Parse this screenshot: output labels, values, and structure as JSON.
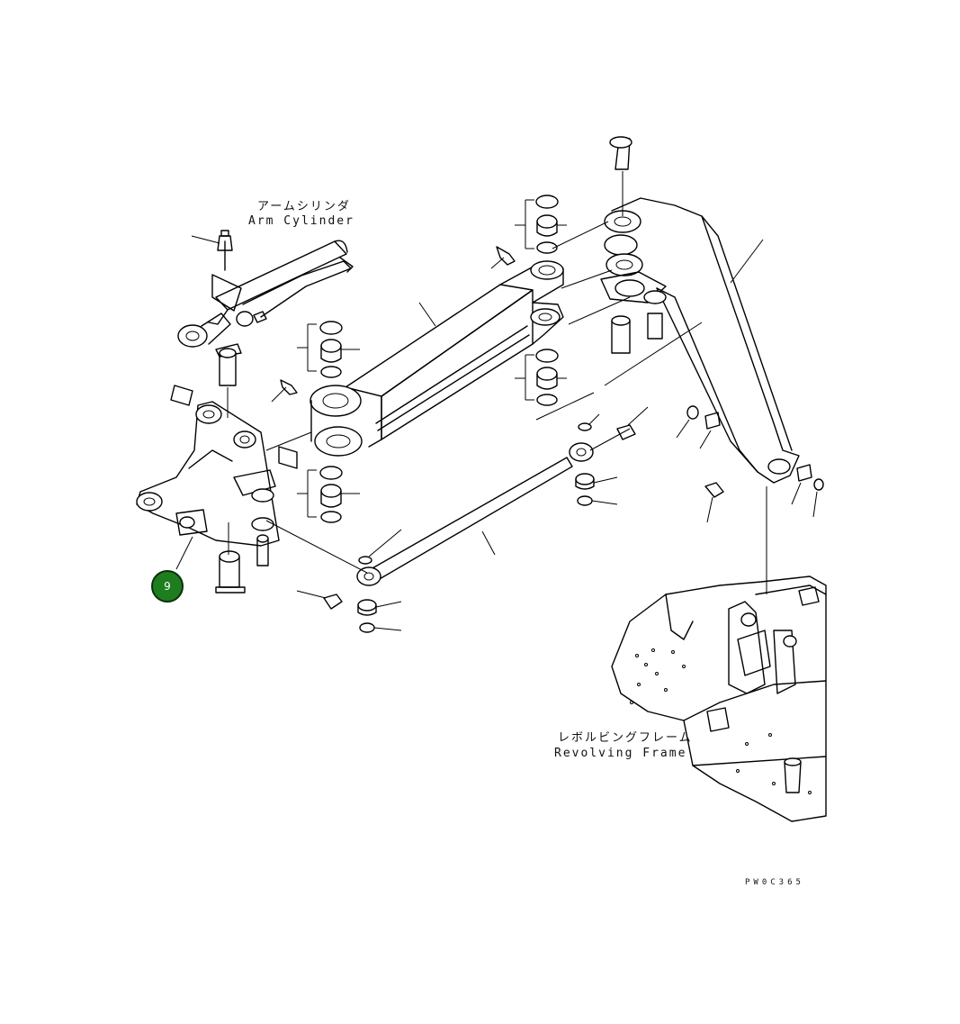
{
  "labels": {
    "arm_cylinder_jp": "アームシリンダ",
    "arm_cylinder_en": "Arm Cylinder",
    "revolving_frame_jp": "レボルビングフレーム",
    "revolving_frame_en": "Revolving Frame"
  },
  "drawing_code": "PW0C365",
  "callout": {
    "number": "9",
    "color": "#1e7d1e"
  }
}
